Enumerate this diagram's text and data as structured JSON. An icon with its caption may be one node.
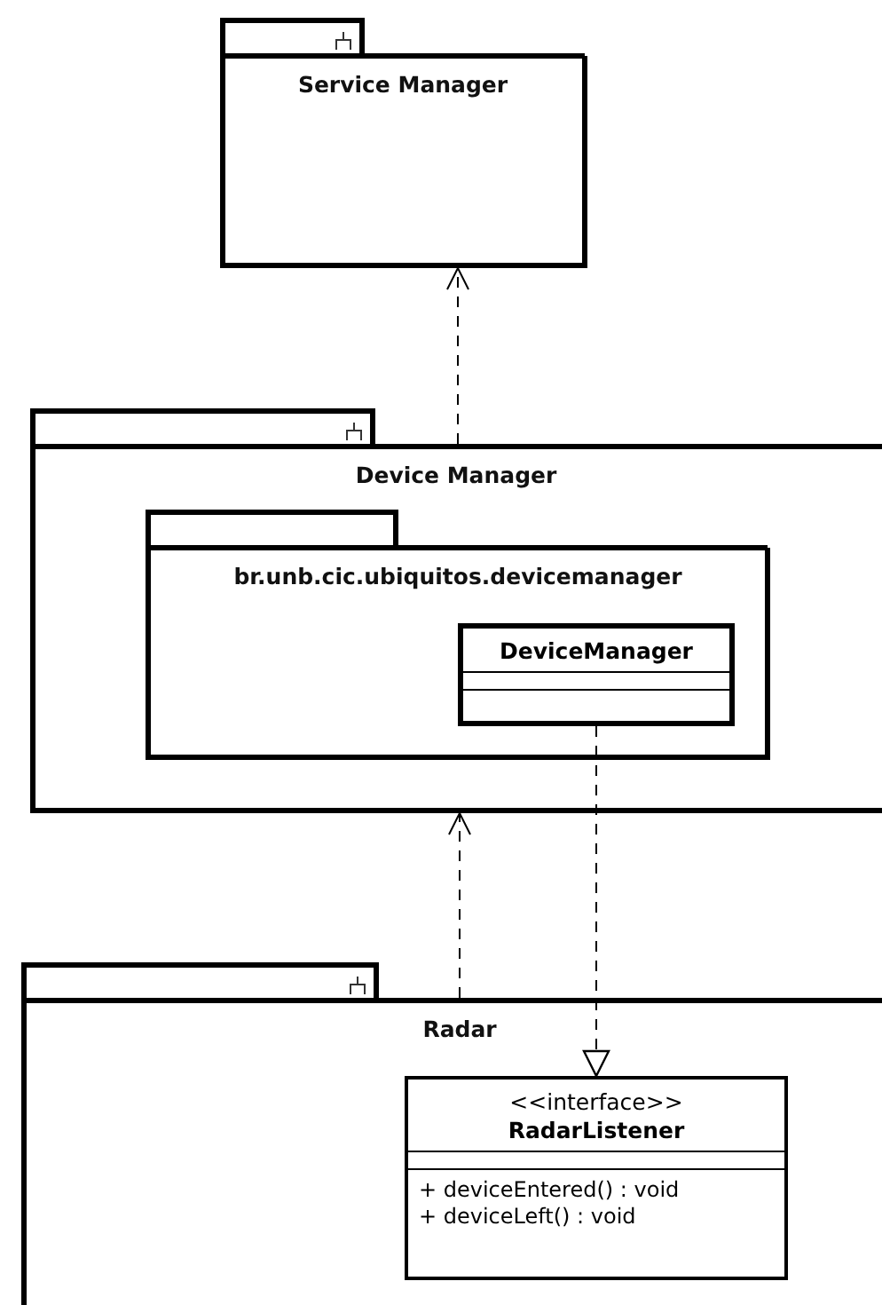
{
  "diagram": {
    "nodes": [
      {
        "text": [
          "Service Manager"
        ]
      },
      {
        "text": [
          "Device Manager"
        ]
      },
      {
        "text": [
          "br.unb.cic.ubiquitos.devicemanager"
        ],
        "in": 1
      },
      {
        "text": [
          "DeviceManager"
        ],
        "in": 2
      },
      {
        "text": [
          "Radar"
        ]
      },
      {
        "text": [
          "<<interface>>",
          "RadarListener",
          "+ deviceEntered() : void",
          "+ deviceLeft() : void"
        ],
        "in": 4
      }
    ],
    "edges": [
      {
        "from": 1,
        "to": 0,
        "arrow": "to",
        "style": "dashed"
      },
      {
        "from": 4,
        "to": 1,
        "arrow": "to",
        "style": "dashed"
      },
      {
        "from": 3,
        "to": 5,
        "arrow": "to",
        "style": "dashed"
      }
    ]
  }
}
